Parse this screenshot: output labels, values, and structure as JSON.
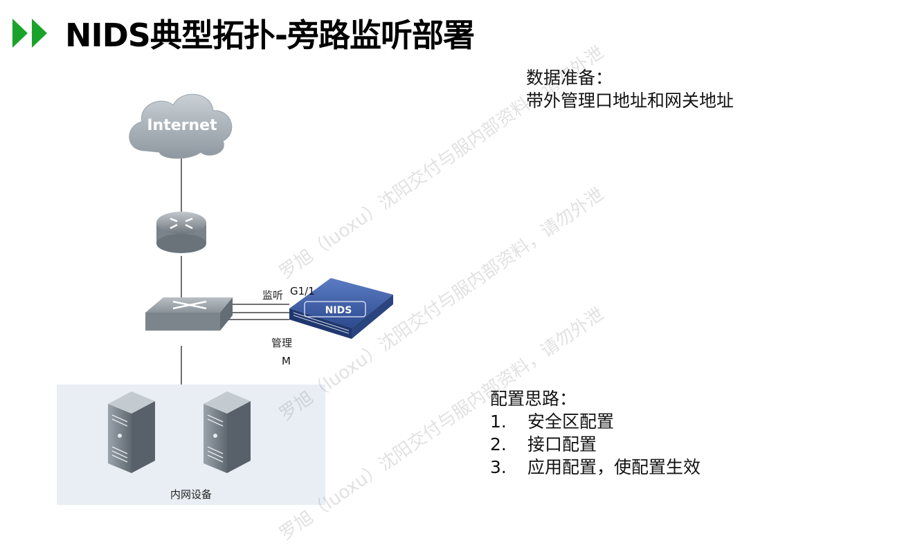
{
  "title": "NIDS典型拓扑-旁路监听部署",
  "colors": {
    "accent": "#1aa32a",
    "nids_device": "#3a5aa3",
    "zone_bg": "#e8eef3"
  },
  "diagram": {
    "internet_label": "Internet",
    "listen_label": "监听",
    "port_label": "G1/1",
    "nids_label": "NIDS",
    "manage_label": "管理",
    "manage_port": "M",
    "internal_zone_label": "内网设备"
  },
  "data_prep": {
    "heading": "数据准备：",
    "text": "带外管理口地址和网关地址"
  },
  "config": {
    "heading": "配置思路：",
    "items": [
      {
        "num": "1.",
        "text": "安全区配置"
      },
      {
        "num": "2.",
        "text": "接口配置"
      },
      {
        "num": "3.",
        "text": "应用配置，使配置生效"
      }
    ]
  },
  "watermark": "罗旭（luoxu）沈阳交付与服内部资料，请勿外泄"
}
